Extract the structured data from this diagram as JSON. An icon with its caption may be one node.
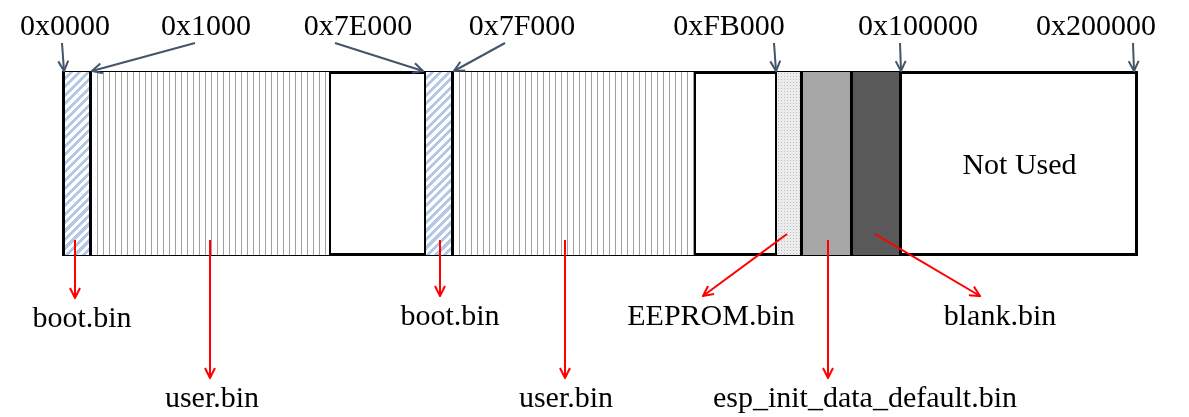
{
  "diagram": {
    "nodes": [
      {
        "text": [
          "0x0000"
        ]
      },
      {
        "text": [
          "0x1000"
        ]
      },
      {
        "text": [
          "0x7E000"
        ]
      },
      {
        "text": [
          "0x7F000"
        ]
      },
      {
        "text": [
          "0xFB000"
        ]
      },
      {
        "text": [
          "0x100000"
        ]
      },
      {
        "text": [
          "0x200000"
        ]
      },
      {
        "text": [],
        "shape": "bar"
      },
      {
        "text": [],
        "shape": "box",
        "in": 7
      },
      {
        "text": [],
        "shape": "box",
        "in": 7
      },
      {
        "text": [],
        "shape": "box",
        "in": 7
      },
      {
        "text": [],
        "shape": "box",
        "in": 7
      },
      {
        "text": [],
        "shape": "box",
        "in": 7
      },
      {
        "text": [],
        "shape": "box",
        "in": 7
      },
      {
        "text": [],
        "shape": "box",
        "in": 7
      },
      {
        "text": [
          "Not Used"
        ],
        "in": 7
      },
      {
        "text": [
          "boot.bin"
        ]
      },
      {
        "text": [
          "user.bin"
        ]
      },
      {
        "text": [
          "boot.bin"
        ]
      },
      {
        "text": [
          "user.bin"
        ]
      },
      {
        "text": [
          "EEPROM.bin"
        ]
      },
      {
        "text": [
          "esp_init_data_default.bin"
        ]
      },
      {
        "text": [
          "blank.bin"
        ]
      }
    ],
    "edges": [
      {
        "from": 0,
        "to": 8,
        "arrow": "to",
        "color": "#44546a"
      },
      {
        "from": 1,
        "to": 9,
        "arrow": "to",
        "color": "#44546a"
      },
      {
        "from": 2,
        "to": 10,
        "arrow": "to",
        "color": "#44546a"
      },
      {
        "from": 3,
        "to": 11,
        "arrow": "to",
        "color": "#44546a"
      },
      {
        "from": 4,
        "to": 12,
        "arrow": "to",
        "color": "#44546a"
      },
      {
        "from": 5,
        "to": 15,
        "arrow": "to",
        "color": "#44546a"
      },
      {
        "from": 6,
        "to": 15,
        "arrow": "to",
        "color": "#44546a"
      },
      {
        "from": 8,
        "to": 16,
        "arrow": "to",
        "color": "#ff0000"
      },
      {
        "from": 9,
        "to": 17,
        "arrow": "to",
        "color": "#ff0000"
      },
      {
        "from": 10,
        "to": 18,
        "arrow": "to",
        "color": "#ff0000"
      },
      {
        "from": 11,
        "to": 19,
        "arrow": "to",
        "color": "#ff0000"
      },
      {
        "from": 12,
        "to": 20,
        "arrow": "to",
        "color": "#ff0000"
      },
      {
        "from": 13,
        "to": 21,
        "arrow": "to",
        "color": "#ff0000"
      },
      {
        "from": 14,
        "to": 22,
        "arrow": "to",
        "color": "#ff0000"
      }
    ]
  }
}
